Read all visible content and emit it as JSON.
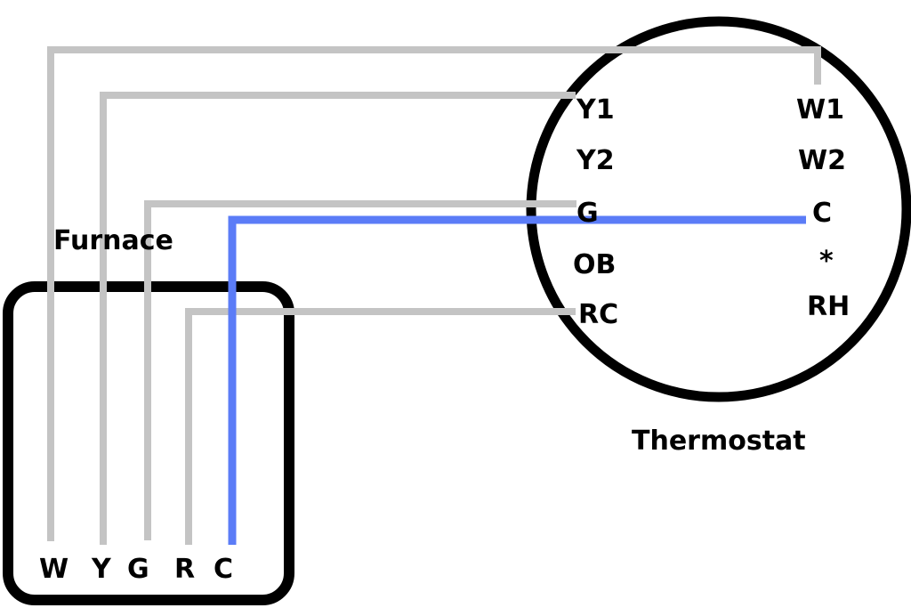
{
  "colors": {
    "background": "#ffffff",
    "outline": "#000000",
    "wire": "#c4c4c4",
    "common_wire": "#5b7cf7"
  },
  "furnace": {
    "label": "Furnace",
    "terminals": [
      "W",
      "Y",
      "G",
      "R",
      "C"
    ]
  },
  "thermostat": {
    "label": "Thermostat",
    "left_terminals": [
      "Y1",
      "Y2",
      "G",
      "OB",
      "RC"
    ],
    "right_terminals": [
      "W1",
      "W2",
      "C",
      "*",
      "RH"
    ]
  },
  "wires": [
    {
      "from": "W",
      "to": "W1",
      "color": "wire"
    },
    {
      "from": "Y",
      "to": "Y1",
      "color": "wire"
    },
    {
      "from": "G",
      "to": "G",
      "color": "wire"
    },
    {
      "from": "R",
      "to": "RC",
      "color": "wire"
    },
    {
      "from": "C",
      "to": "C",
      "color": "common_wire"
    }
  ]
}
